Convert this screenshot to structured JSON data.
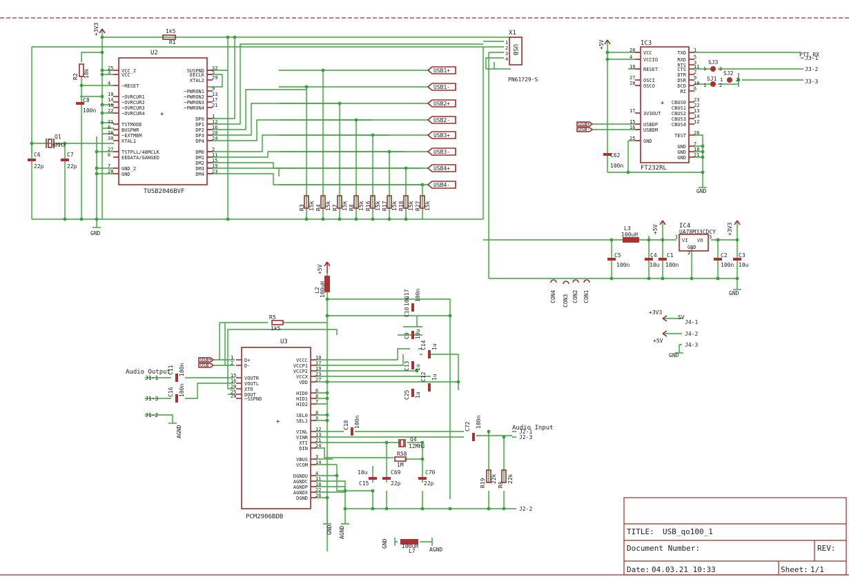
{
  "title_block": {
    "title_label": "TITLE:",
    "title_value": "USB_qo100_1",
    "docnum_label": "Document Number:",
    "rev_label": "REV:",
    "date_label": "Date:",
    "date_value": "04.03.21 10:33",
    "sheet_label": "Sheet:",
    "sheet_value": "1/1"
  },
  "u2": {
    "ref": "U2",
    "value": "TUSB2046BVF",
    "left_pins": [
      {
        "num": "25",
        "name": "VCC_2"
      },
      {
        "num": "3",
        "name": "VCC"
      },
      {
        "num": "4",
        "name": "~RESET"
      },
      {
        "num": "10",
        "name": "~OVRCUR1"
      },
      {
        "num": "14",
        "name": "~OVRCUR2"
      },
      {
        "num": "18",
        "name": "~OVRCUR3"
      },
      {
        "num": "22",
        "name": "~OVRCUR4"
      },
      {
        "num": "31",
        "name": "TSTMODE"
      },
      {
        "num": "8",
        "name": "BUSPWR"
      },
      {
        "num": "26",
        "name": "~EXTMEM"
      },
      {
        "num": "30",
        "name": "XTAL1"
      },
      {
        "num": "27",
        "name": "TSTPLL/48MCLK"
      },
      {
        "num": "6",
        "name": "EEDATA/GANGED"
      },
      {
        "num": "7",
        "name": "GND_2"
      },
      {
        "num": "28",
        "name": "GND"
      }
    ],
    "right_pins": [
      {
        "num": "32",
        "name": "SUSPND"
      },
      {
        "num": "5",
        "name": "EECLK"
      },
      {
        "num": "29",
        "name": "XTAL2"
      },
      {
        "num": "9",
        "name": "~PWRON1"
      },
      {
        "num": "13",
        "name": "~PWRON2"
      },
      {
        "num": "17",
        "name": "~PWRON3"
      },
      {
        "num": "21",
        "name": "~PWRON4"
      },
      {
        "num": "1",
        "name": "DP0"
      },
      {
        "num": "12",
        "name": "DP1"
      },
      {
        "num": "16",
        "name": "DP2"
      },
      {
        "num": "20",
        "name": "DP3"
      },
      {
        "num": "24",
        "name": "DP4"
      },
      {
        "num": "2",
        "name": "DM0"
      },
      {
        "num": "11",
        "name": "DM1"
      },
      {
        "num": "15",
        "name": "DM2"
      },
      {
        "num": "19",
        "name": "DM3"
      },
      {
        "num": "23",
        "name": "DM4"
      }
    ]
  },
  "u3": {
    "ref": "U3",
    "value": "PCM2906BDB",
    "left_pins": [
      {
        "num": "1",
        "name": "D+"
      },
      {
        "num": "2",
        "name": "D-"
      },
      {
        "num": "15",
        "name": "VOUTR"
      },
      {
        "num": "16",
        "name": "VOUTL"
      },
      {
        "num": "20",
        "name": "XTO"
      },
      {
        "num": "25",
        "name": "DOUT"
      },
      {
        "num": "28",
        "name": "~SSPND"
      }
    ],
    "right_pins": [
      {
        "num": "10",
        "name": "VCCC"
      },
      {
        "num": "17",
        "name": "VCCP1"
      },
      {
        "num": "19",
        "name": "VCCP2"
      },
      {
        "num": "23",
        "name": "VCCX"
      },
      {
        "num": "27",
        "name": "VDD"
      },
      {
        "num": "6",
        "name": "HID0"
      },
      {
        "num": "8",
        "name": "HID1"
      },
      {
        "num": "7",
        "name": "HID2"
      },
      {
        "num": "8",
        "name": "SEL0"
      },
      {
        "num": "9",
        "name": "SEL1"
      },
      {
        "num": "12",
        "name": "VINL"
      },
      {
        "num": "13",
        "name": "VINR"
      },
      {
        "num": "21",
        "name": "XTI"
      },
      {
        "num": "24",
        "name": "DIN"
      },
      {
        "num": "3",
        "name": "VBUS"
      },
      {
        "num": "14",
        "name": "VCOM"
      },
      {
        "num": "4",
        "name": "DGNDU"
      },
      {
        "num": "11",
        "name": "AGNDC"
      },
      {
        "num": "18",
        "name": "AGNDP"
      },
      {
        "num": "22",
        "name": "AGNDX"
      },
      {
        "num": "26",
        "name": "DGND"
      }
    ]
  },
  "ic3": {
    "ref": "IC3",
    "value": "FT232RL",
    "left_pins": [
      {
        "num": "20",
        "name": "VCC"
      },
      {
        "num": "4",
        "name": "VCCIO"
      },
      {
        "num": "19",
        "name": "RESET"
      },
      {
        "num": "27",
        "name": "OSCI"
      },
      {
        "num": "28",
        "name": "OSCO"
      },
      {
        "num": "17",
        "name": "3V3OUT"
      },
      {
        "num": "15",
        "name": "USBDP"
      },
      {
        "num": "16",
        "name": "USBDM"
      },
      {
        "num": "25",
        "name": "GND"
      }
    ],
    "right_pins": [
      {
        "num": "1",
        "name": "TXD"
      },
      {
        "num": "5",
        "name": "RXD"
      },
      {
        "num": "3",
        "name": "RTS"
      },
      {
        "num": "11",
        "name": "CTS"
      },
      {
        "num": "2",
        "name": "DTR"
      },
      {
        "num": "9",
        "name": "DSR"
      },
      {
        "num": "10",
        "name": "DCD"
      },
      {
        "num": "6",
        "name": "RI"
      },
      {
        "num": "23",
        "name": "CBUS0"
      },
      {
        "num": "22",
        "name": "CBUS1"
      },
      {
        "num": "13",
        "name": "CBUS2"
      },
      {
        "num": "14",
        "name": "CBUS3"
      },
      {
        "num": "12",
        "name": "CBUS4"
      },
      {
        "num": "26",
        "name": "TEST"
      },
      {
        "num": "7",
        "name": "GND"
      },
      {
        "num": "18",
        "name": "GND"
      },
      {
        "num": "21",
        "name": "GND"
      }
    ]
  },
  "ic4": {
    "ref": "IC4",
    "value": "UA78M33CDCY",
    "vi": "VI",
    "vo": "VO",
    "gnd": "GND",
    "pin_in": "1",
    "pin_out": "3",
    "pin_gnd": "2"
  },
  "x1": {
    "ref": "X1",
    "value": "PN61729-S",
    "label": "USB",
    "pins": [
      "1",
      "2",
      "3",
      "4"
    ]
  },
  "nets": {
    "usb_labels": [
      "USB1+",
      "USB1-",
      "USB2+",
      "USB2-",
      "USB3+",
      "USB3-",
      "USB4+",
      "USB4-"
    ],
    "ft_usb": [
      "USB+",
      "USB-"
    ],
    "u3_usb": [
      "USB+",
      "USB-"
    ],
    "ptt_rx": "PTT_RX",
    "audio_output": "Audio Output",
    "audio_input": "Audio Input",
    "gnd": "GND",
    "agnd": "AGND",
    "p3v3": "+3V3",
    "p5v": "+5V",
    "sv": "SV"
  },
  "parts": {
    "r1": {
      "ref": "R1",
      "value": "1k5"
    },
    "r2": {
      "ref": "R2",
      "value": "10k"
    },
    "r5": {
      "ref": "R5",
      "value": "1k5"
    },
    "r58": {
      "ref": "R58",
      "value": "1M"
    },
    "r19": {
      "ref": "R19",
      "value": "22k"
    },
    "r6": {
      "ref": "R6",
      "value": "22k"
    },
    "pulldowns": [
      {
        "ref": "R3",
        "value": "15k"
      },
      {
        "ref": "R4",
        "value": "15k"
      },
      {
        "ref": "R7",
        "value": "15k"
      },
      {
        "ref": "R8",
        "value": "15k"
      },
      {
        "ref": "R16",
        "value": "15k"
      },
      {
        "ref": "R17",
        "value": "15k"
      },
      {
        "ref": "R18",
        "value": "15k"
      },
      {
        "ref": "R27",
        "value": "15k"
      }
    ],
    "c6": {
      "ref": "C6",
      "value": "22p"
    },
    "c7": {
      "ref": "C7",
      "value": "22p"
    },
    "c8": {
      "ref": "C8",
      "value": "100n"
    },
    "q1": {
      "ref": "Q1",
      "value": "6MHz"
    },
    "q4": {
      "ref": "Q4",
      "value": "12MHz"
    },
    "c62": {
      "ref": "C62",
      "value": "100n"
    },
    "l3": {
      "ref": "L3",
      "value": "100uH"
    },
    "l2": {
      "ref": "L2",
      "value": "100uH"
    },
    "l7": {
      "ref": "L7",
      "value": "100uH"
    },
    "c5": {
      "ref": "C5",
      "value": "100n"
    },
    "c4": {
      "ref": "C4",
      "value": "10u"
    },
    "c1": {
      "ref": "C1",
      "value": "100n"
    },
    "c2": {
      "ref": "C2",
      "value": "100n"
    },
    "c3": {
      "ref": "C3",
      "value": "10u"
    },
    "c17": {
      "ref": "C17",
      "value": "100n"
    },
    "c10": {
      "ref": "C10",
      "value": "10u"
    },
    "c9": {
      "ref": "C9",
      "value": "10u"
    },
    "c14": {
      "ref": "C14",
      "value": "1u"
    },
    "c13": {
      "ref": "C13",
      "value": "1u"
    },
    "c12": {
      "ref": "C12",
      "value": "1u"
    },
    "c25": {
      "ref": "C25",
      "value": "1u"
    },
    "c11": {
      "ref": "C11",
      "value": "100n"
    },
    "c16": {
      "ref": "C16",
      "value": "100n"
    },
    "c18": {
      "ref": "C18",
      "value": "100n"
    },
    "c72": {
      "ref": "C72",
      "value": "100n"
    },
    "c15": {
      "ref": "C15",
      "value": "10u"
    },
    "c69": {
      "ref": "C69",
      "value": "22p"
    },
    "c70": {
      "ref": "C70",
      "value": "22p"
    },
    "sj1": {
      "ref": "SJ1",
      "pins": [
        "1",
        "2"
      ]
    },
    "sj2": {
      "ref": "SJ2",
      "pins": [
        "1",
        "2"
      ]
    },
    "sj3": {
      "ref": "SJ3",
      "pins": [
        "1",
        "2"
      ]
    }
  },
  "connectors": {
    "j1": [
      "J1-1",
      "J1-3",
      "J1-2"
    ],
    "j2": [
      "J2-1",
      "J2-3",
      "J2-2"
    ],
    "j3": [
      "J3-1",
      "J3-2",
      "J3-3"
    ],
    "j4": [
      "J4-1",
      "J4-2",
      "J4-3"
    ],
    "con": [
      "CON4",
      "CON3",
      "CON2",
      "CON1"
    ]
  },
  "colors": {
    "wire": "#3aa13a",
    "part": "#a93232",
    "frame": "#9c2b2b",
    "text": "#1e1e1e",
    "background": "#ffffff"
  }
}
